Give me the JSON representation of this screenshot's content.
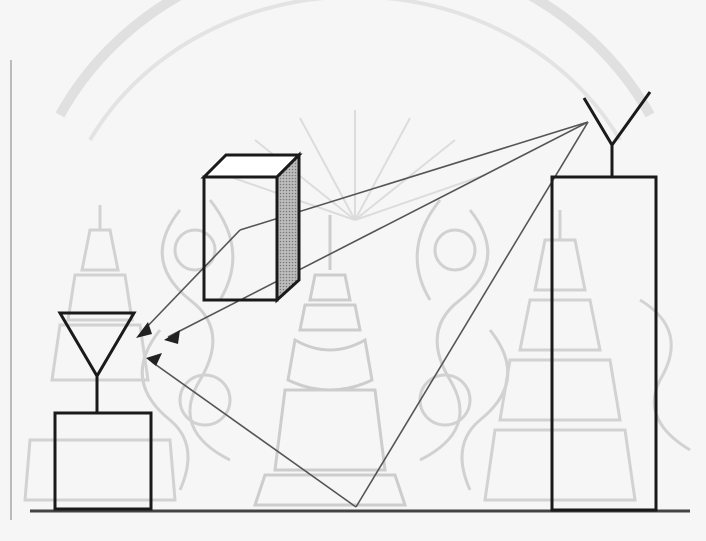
{
  "diagram": {
    "description_type": "multipath-radio-propagation",
    "elements": {
      "transmitter": "tall-building-with-antenna",
      "receiver": "short-building-with-antenna",
      "reflector_object": "box-building",
      "ground_reflection_point": "ground"
    },
    "colors": {
      "paper": "#f6f6f6",
      "ink": "#1a1a1a",
      "ray": "#555555",
      "watermark": "#cfcfcf",
      "shade": "#8a8a8a"
    },
    "icons": {
      "tx_antenna": "antenna-icon",
      "rx_antenna": "antenna-icon"
    },
    "watermark_present": true
  }
}
